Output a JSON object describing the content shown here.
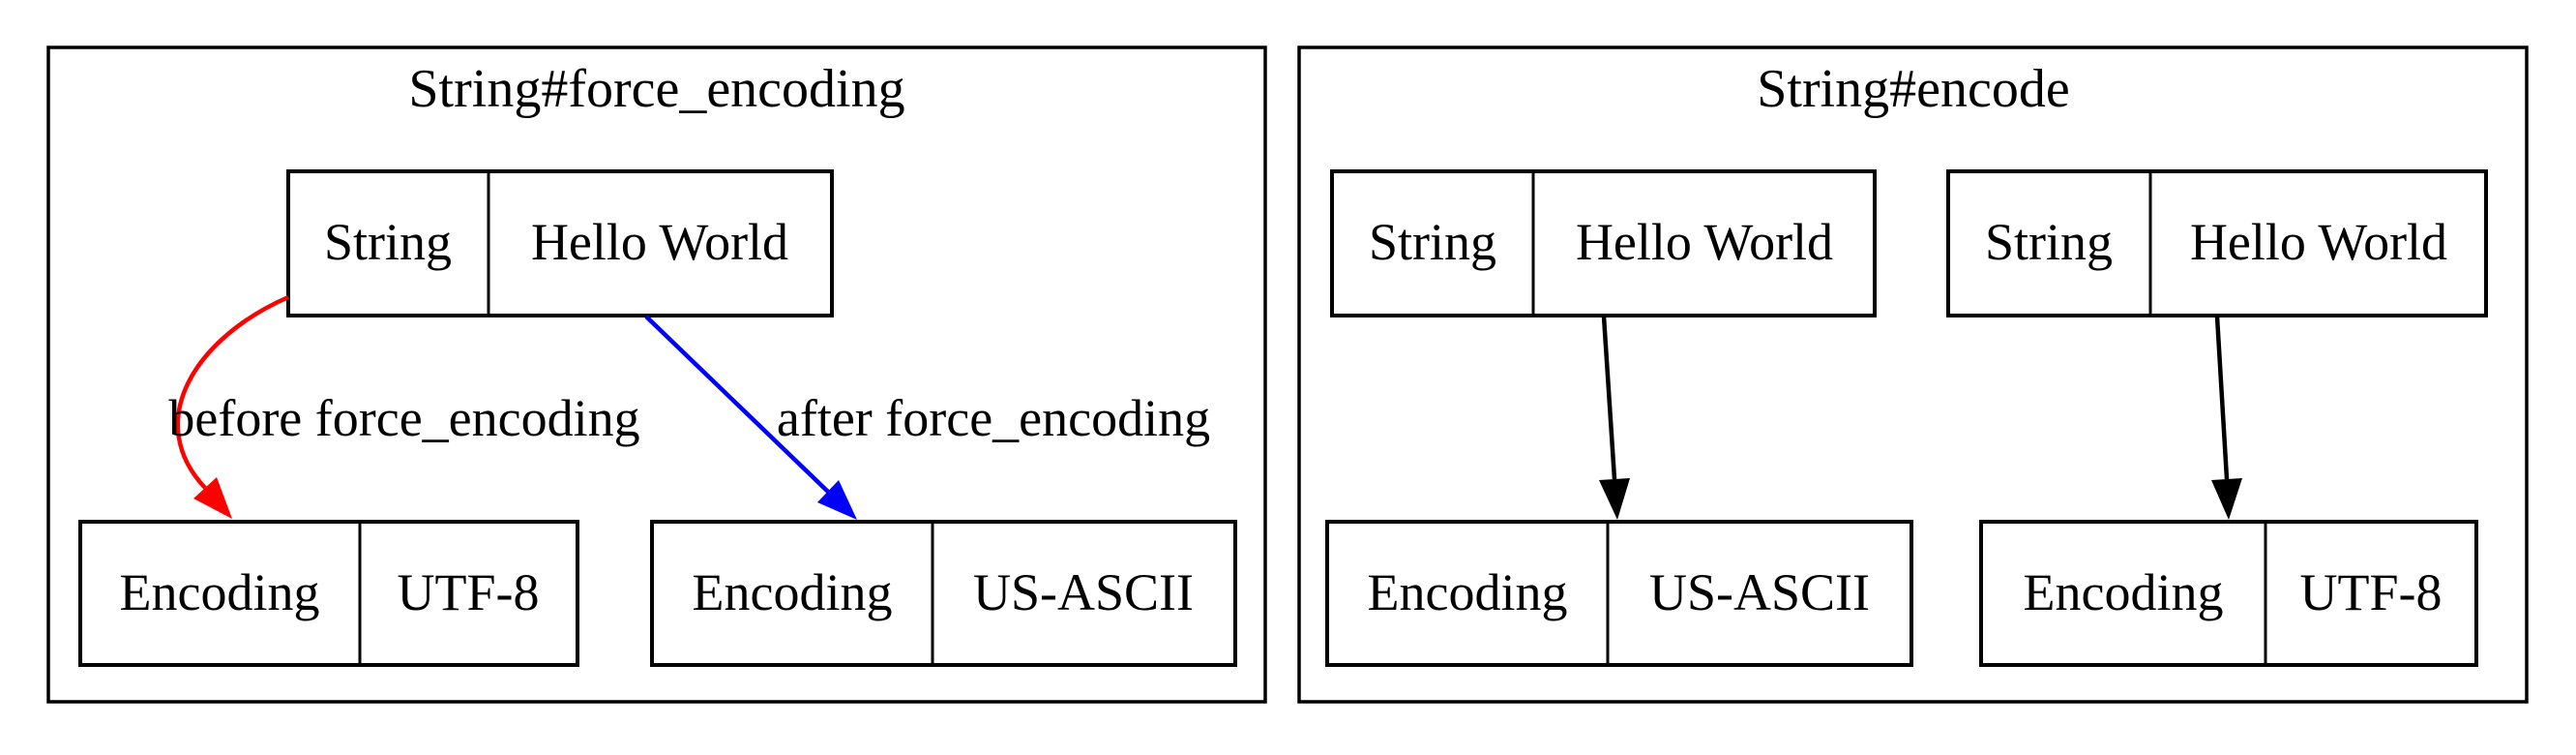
{
  "colors": {
    "background": "#ffffff",
    "black": "#000000",
    "red": "#ff0000",
    "blue": "#0000ff"
  },
  "clusters": [
    {
      "title": "String#force_encoding",
      "nodes": [
        {
          "cells": [
            "String",
            "Hello World"
          ]
        },
        {
          "cells": [
            "Encoding",
            "UTF-8"
          ]
        },
        {
          "cells": [
            "Encoding",
            "US-ASCII"
          ]
        }
      ],
      "edges": [
        {
          "label": "before force_encoding",
          "color": "#ff0000",
          "from": "String | Hello World",
          "to": "Encoding | UTF-8"
        },
        {
          "label": "after force_encoding",
          "color": "#0000ff",
          "from": "String | Hello World",
          "to": "Encoding | US-ASCII"
        }
      ]
    },
    {
      "title": "String#encode",
      "nodes": [
        {
          "cells": [
            "String",
            "Hello World"
          ]
        },
        {
          "cells": [
            "String",
            "Hello World"
          ]
        },
        {
          "cells": [
            "Encoding",
            "US-ASCII"
          ]
        },
        {
          "cells": [
            "Encoding",
            "UTF-8"
          ]
        }
      ],
      "edges": [
        {
          "label": "",
          "color": "#000000",
          "from": "String | Hello World (left)",
          "to": "Encoding | US-ASCII"
        },
        {
          "label": "",
          "color": "#000000",
          "from": "String | Hello World (right)",
          "to": "Encoding | UTF-8"
        }
      ]
    }
  ]
}
